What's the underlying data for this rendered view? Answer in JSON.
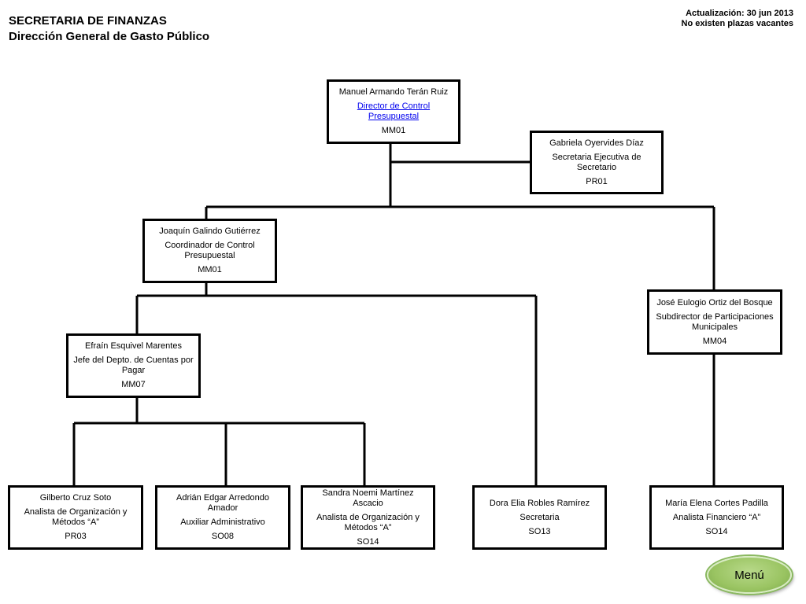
{
  "header": {
    "title_line1": "SECRETARIA DE FINANZAS",
    "title_line2": "Dirección General de Gasto Público",
    "update_line": "Actualización: 30 jun 2013",
    "vacancies_line": "No existen plazas  vacantes"
  },
  "nodes": {
    "director": {
      "name": "Manuel Armando Terán Ruiz",
      "role": "Director de Control Presupuestal",
      "code": "MM01"
    },
    "secretaria_ejecutiva": {
      "name": "Gabriela Oyervides Díaz",
      "role": "Secretaria Ejecutiva de Secretario",
      "code": "PR01"
    },
    "coordinador": {
      "name": "Joaquín Galindo Gutiérrez",
      "role": "Coordinador de Control Presupuestal",
      "code": "MM01"
    },
    "subdirector": {
      "name": "José Eulogio Ortiz del Bosque",
      "role": "Subdirector de Participaciones Municipales",
      "code": "MM04"
    },
    "jefe_cuentas": {
      "name": "Efraín Esquivel Marentes",
      "role": "Jefe del Depto. de  Cuentas por Pagar",
      "code": "MM07"
    },
    "analista_gilberto": {
      "name": "Gilberto Cruz Soto",
      "role": "Analista de Organización y Métodos “A”",
      "code": "PR03"
    },
    "auxiliar_adrian": {
      "name": "Adrián Edgar Arredondo Amador",
      "role": "Auxiliar Administrativo",
      "code": "SO08"
    },
    "analista_sandra": {
      "name": "Sandra Noemi Martínez Ascacio",
      "role": "Analista de Organización y Métodos “A”",
      "code": "SO14"
    },
    "secretaria_dora": {
      "name": "Dora Elia Robles Ramírez",
      "role": "Secretaria",
      "code": "SO13"
    },
    "analista_maria": {
      "name": "María Elena Cortes Padilla",
      "role": "Analista Financiero “A”",
      "code": "SO14"
    }
  },
  "menu": {
    "label": "Menú"
  }
}
